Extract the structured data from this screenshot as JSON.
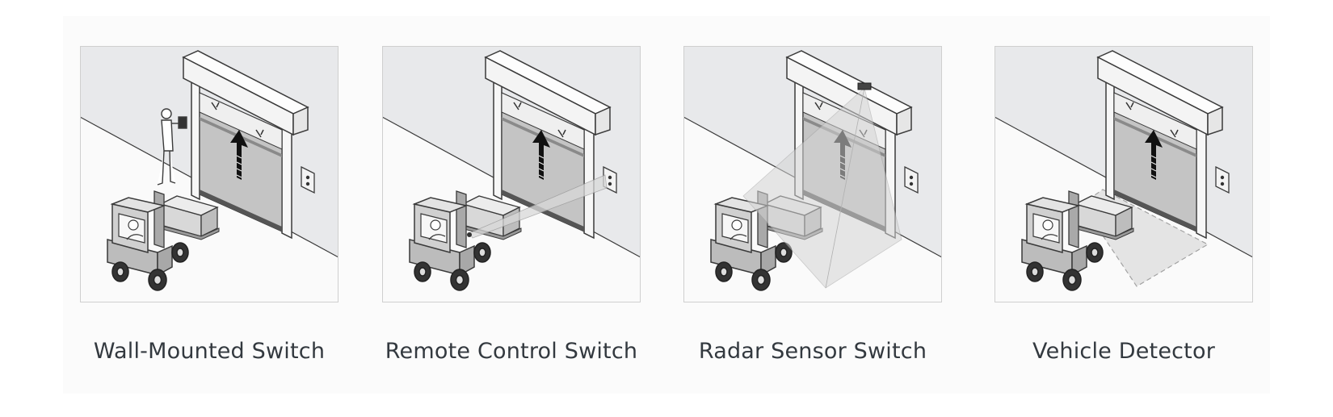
{
  "panels": [
    {
      "caption": "Wall-Mounted Switch",
      "icon": "wall-switch-illustration"
    },
    {
      "caption": "Remote Control Switch",
      "icon": "remote-control-illustration"
    },
    {
      "caption": "Radar Sensor Switch",
      "icon": "radar-sensor-illustration"
    },
    {
      "caption": "Vehicle Detector",
      "icon": "vehicle-detector-illustration"
    }
  ],
  "colors": {
    "wall": "#e8e9eb",
    "floor": "#fafafa",
    "line": "#3a3a3a",
    "curtain": "#bdbdbd",
    "forklift": "#c9c9c9",
    "text": "#33393f"
  }
}
